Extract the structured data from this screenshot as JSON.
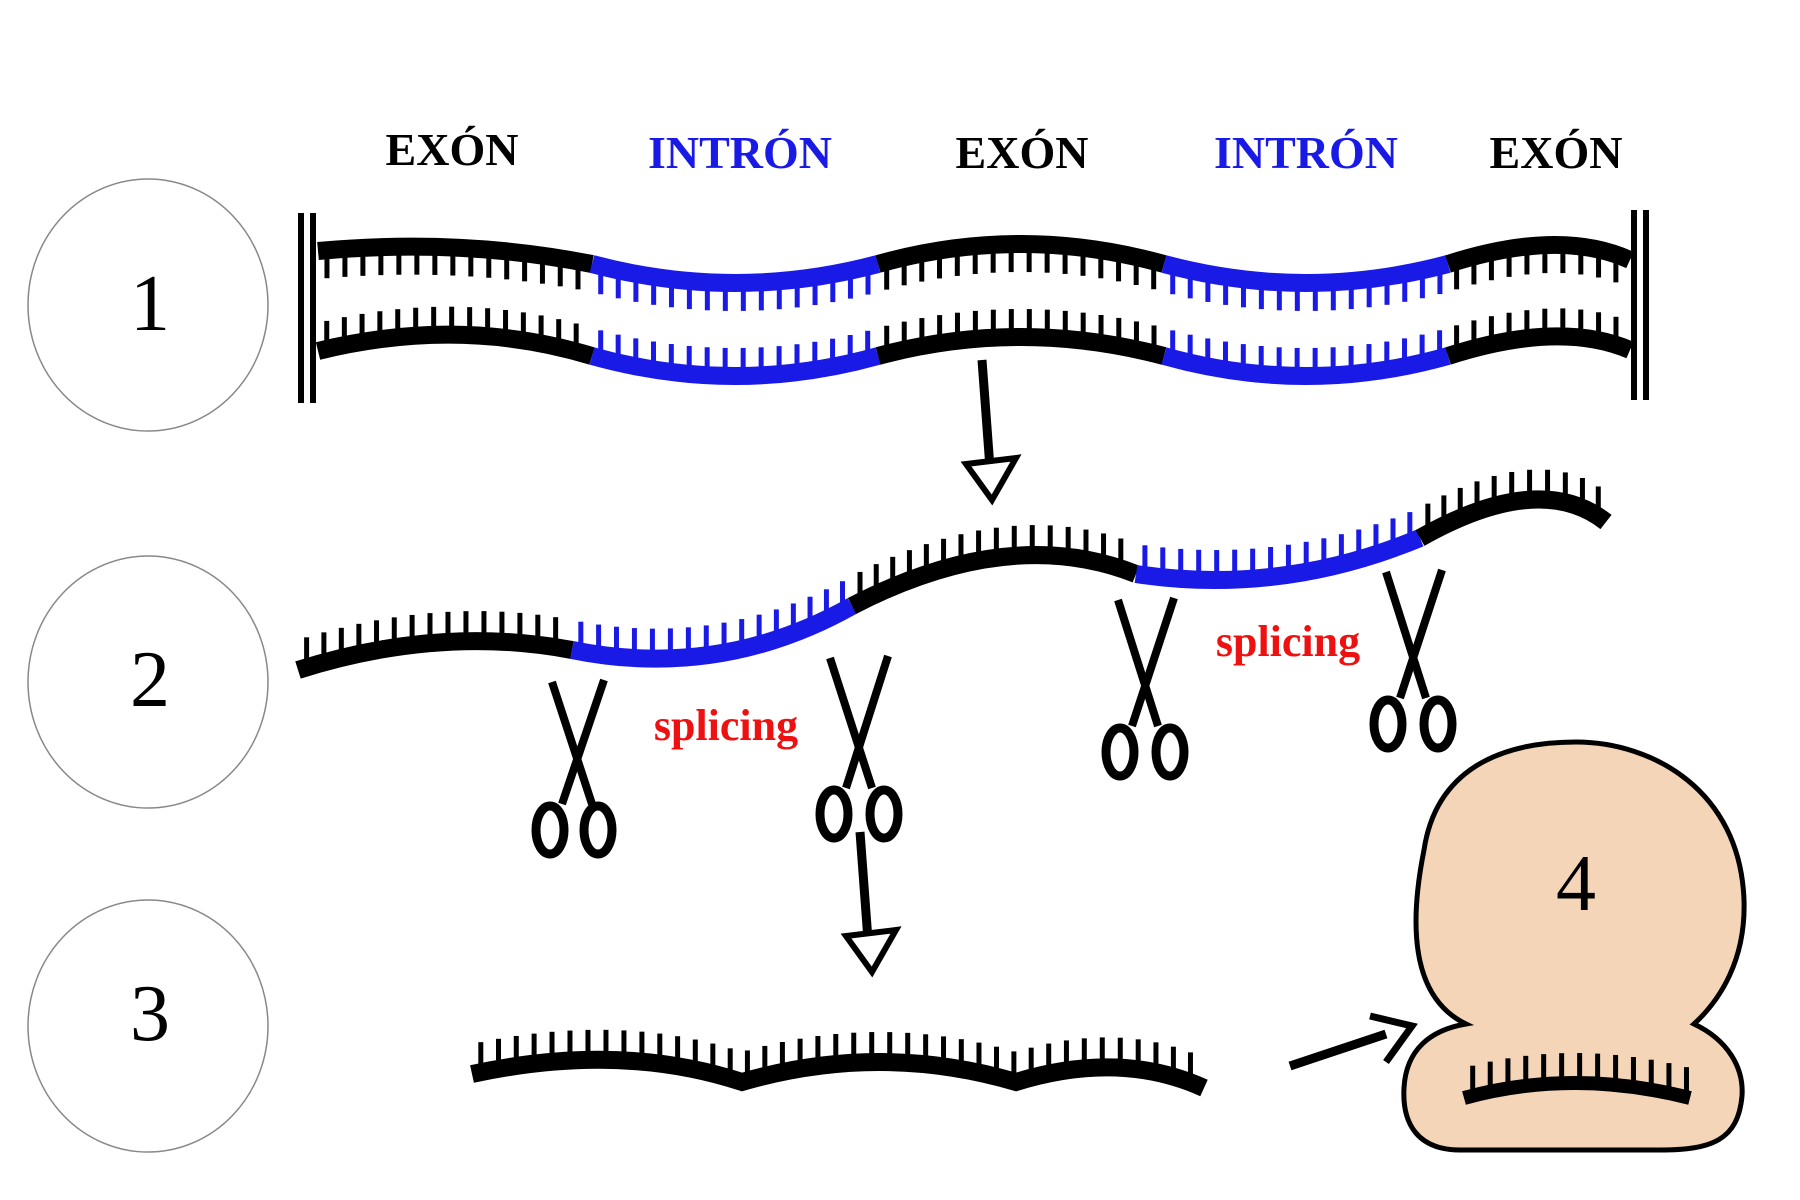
{
  "segment_labels": {
    "exon_1": "EXÓN",
    "intron_1": "INTRÓN",
    "exon_2": "EXÓN",
    "intron_2": "INTRÓN",
    "exon_3": "EXÓN"
  },
  "steps": {
    "step_1": "1",
    "step_2": "2",
    "step_3": "3",
    "step_4": "4"
  },
  "splicing": {
    "label_left": "splicing",
    "label_right": "splicing"
  },
  "icons": [
    "scissors-icon",
    "arrow-down-icon",
    "arrow-right-icon",
    "ribosome"
  ],
  "colors": {
    "exon": "#000000",
    "intron": "#1a1ae6",
    "splicing_text": "#ee1111",
    "ribosome_fill": "#f4d5b8",
    "circle_stroke": "#888888"
  }
}
